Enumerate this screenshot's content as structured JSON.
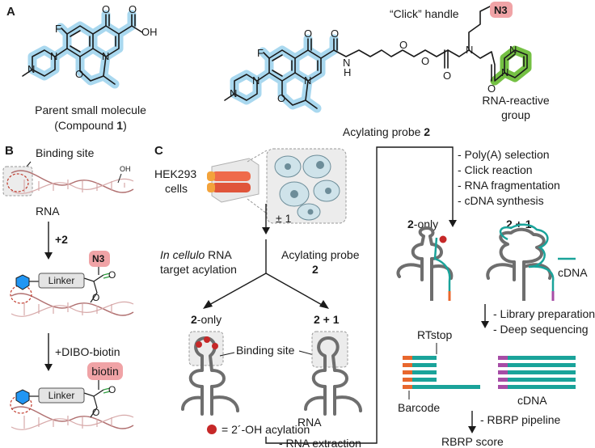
{
  "panels": {
    "a": "A",
    "b": "B",
    "c": "C"
  },
  "panel_a": {
    "parent_caption_line1": "Parent small molecule",
    "parent_caption_line2_pre": "(Compound ",
    "parent_caption_line2_num": "1",
    "parent_caption_line2_post": ")",
    "probe_caption_pre": "Acylating probe ",
    "probe_caption_num": "2",
    "click_handle": "“Click” handle",
    "azide": "N3",
    "reactive_line1": "RNA-reactive",
    "reactive_line2": "group",
    "atoms": {
      "F": "F",
      "O": "O",
      "OH": "OH",
      "N": "N",
      "H": "H"
    }
  },
  "panel_b": {
    "binding_site": "Binding site",
    "rna": "RNA",
    "oh": "OH",
    "step1": "+2",
    "linker1": "Linker",
    "azide": "N3",
    "step2": "+DIBO-biotin",
    "linker2": "Linker",
    "biotin": "biotin"
  },
  "panel_c": {
    "cells_line1": "HEK293",
    "cells_line2": "cells",
    "pm": "± 1",
    "acyl_line1_italic": "In cellulo",
    "acyl_line1_rest": " RNA",
    "acyl_line2": "target acylation",
    "probe_line1": "Acylating probe",
    "probe_line2": "2",
    "only_num": "2",
    "only_rest": "-only",
    "plus_label": "2 + 1",
    "binding_site": "Binding site",
    "rna": "RNA",
    "legend": "= 2´-OH acylation",
    "extraction": "- RNA extraction",
    "steps_top": [
      "- Poly(A) selection",
      "- Click reaction",
      "- RNA fragmentation",
      "- cDNA synthesis"
    ],
    "only2_num": "2",
    "only2_rest": "-only",
    "plus2_label": "2 + 1",
    "cdna1": "cDNA",
    "steps_mid": [
      "- Library preparation",
      "- Deep sequencing"
    ],
    "rtstop": "RTstop",
    "barcode": "Barcode",
    "cdna2": "cDNA",
    "step_bottom": "- RBRP pipeline",
    "score": "RBRP score"
  },
  "colors": {
    "highlight_blue": "#a9d8ef",
    "highlight_green": "#74c043",
    "azide_pink": "#f0a3a6",
    "acyl_red": "#c62828",
    "cdna_teal": "#1aa39a",
    "barcode_orange": "#e8672d",
    "barcode_purple": "#a64ca6"
  }
}
